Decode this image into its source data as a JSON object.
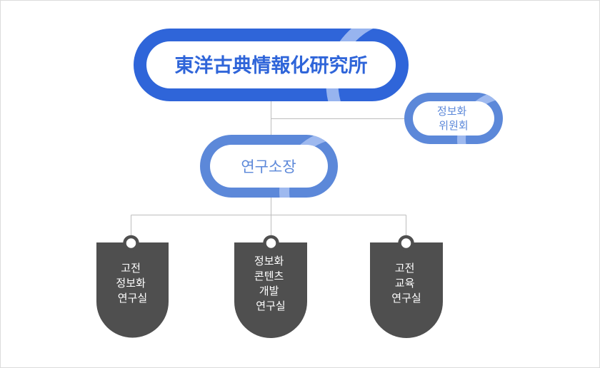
{
  "org": {
    "top": {
      "label": "東洋古典情報化研究所"
    },
    "committee": {
      "lines": [
        "정보화",
        "위원회"
      ]
    },
    "director": {
      "label": "연구소장"
    },
    "labs": [
      {
        "lines": [
          "고전",
          "정보화",
          "연구실"
        ]
      },
      {
        "lines": [
          "정보화",
          "콘텐츠",
          "개발",
          "연구실"
        ]
      },
      {
        "lines": [
          "고전",
          "교육",
          "연구실"
        ]
      }
    ]
  },
  "colors": {
    "primary": "#2f65d9",
    "secondary": "#5c88d9",
    "accent": "#a9c2f2",
    "node_dark": "#4f4f4f",
    "connector": "#bdbdbd"
  }
}
